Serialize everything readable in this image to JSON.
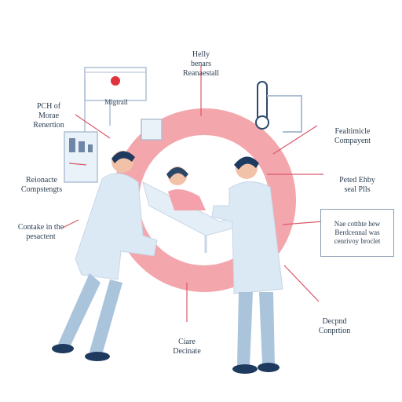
{
  "labels": {
    "top": [
      "Helly",
      "benars",
      "Reanaestall"
    ],
    "top_left": [
      "PCH of",
      "Morae",
      "Renertion"
    ],
    "left_mid": [
      "Reionacte",
      "Compstengts"
    ],
    "left_low": [
      "Contake in the",
      "pesactent"
    ],
    "monitor": "Migtrail",
    "right_top": [
      "Fealtimicle",
      "Compayent"
    ],
    "right_mid": [
      "Peted Ehby",
      "seal Plls"
    ],
    "right_box": [
      "Nae cotthte hew",
      "Berdcennal was",
      "cenrivoy broclet"
    ],
    "right_low": [
      "Decpnd",
      "Conprtion"
    ],
    "bottom": [
      "Ciare",
      "Decinate"
    ]
  },
  "colors": {
    "ring": "#f3a6ac",
    "coat": "#dbe9f4",
    "skin_dark": "#1e3a5f",
    "pointer": "#d9596a",
    "text": "#2c3e50"
  }
}
